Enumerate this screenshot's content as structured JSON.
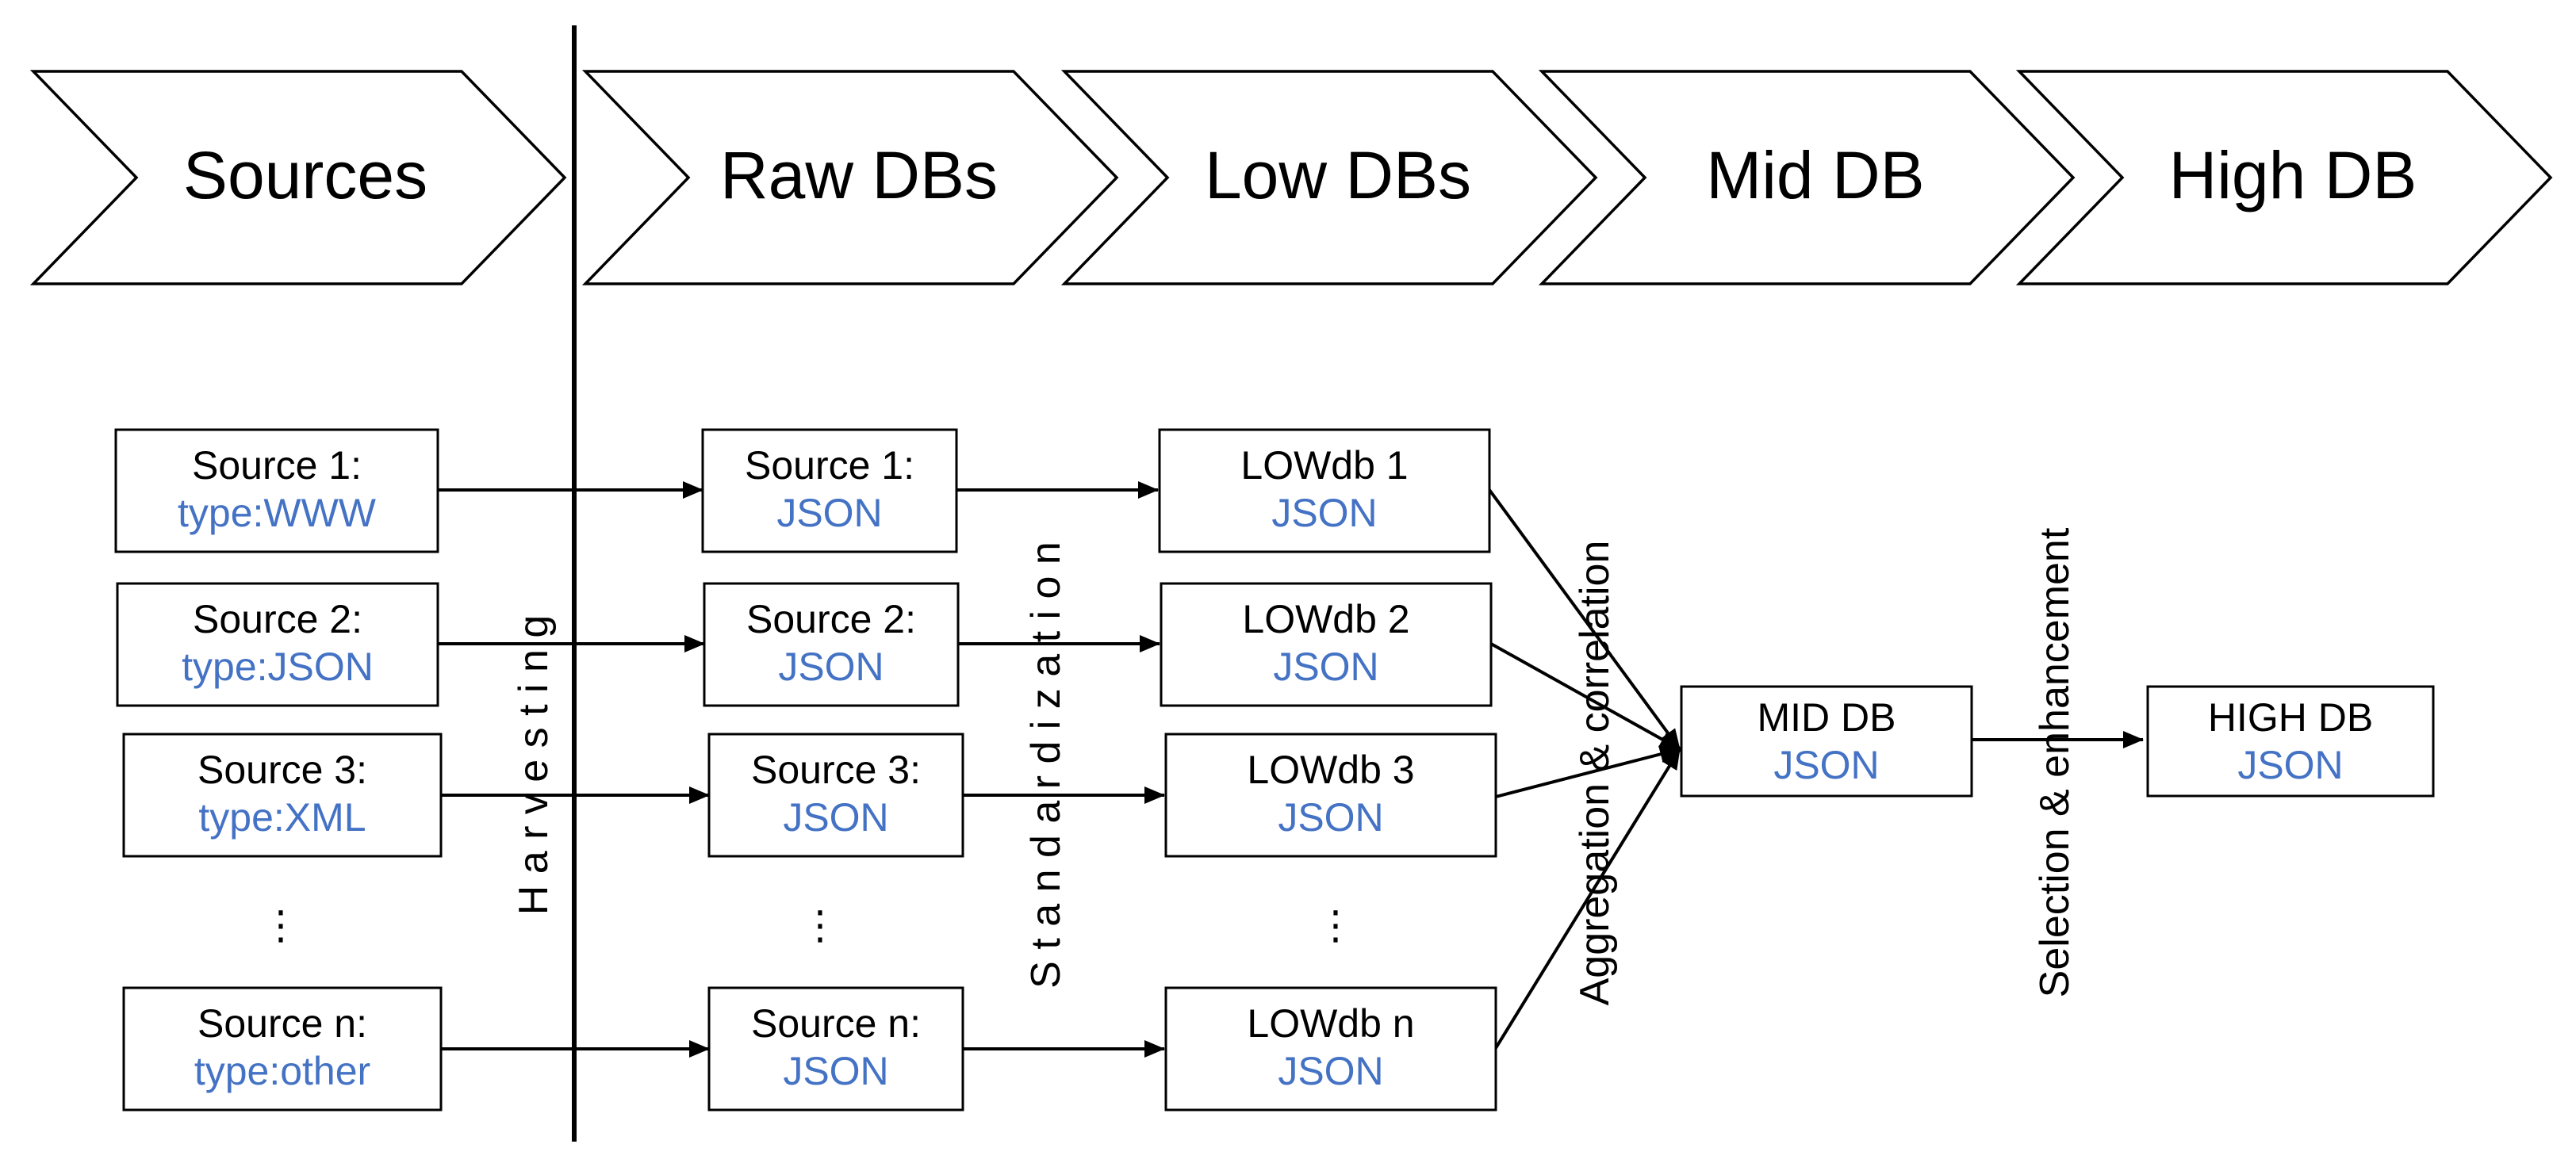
{
  "stages": [
    "Sources",
    "Raw DBs",
    "Low DBs",
    "Mid DB",
    "High DB"
  ],
  "processes": {
    "harvesting": "H a r v e s t i n g",
    "standardization": "S t a n d a r d i z a t i o n",
    "aggregation": "Aggregation & correlation",
    "selection": "Selection & enhancement"
  },
  "sources": [
    {
      "title": "Source 1:",
      "type": "type:WWW"
    },
    {
      "title": "Source 2:",
      "type": "type:JSON"
    },
    {
      "title": "Source 3:",
      "type": "type:XML"
    },
    {
      "title": "Source n:",
      "type": "type:other"
    }
  ],
  "raw": [
    {
      "title": "Source 1:",
      "type": "JSON"
    },
    {
      "title": "Source 2:",
      "type": "JSON"
    },
    {
      "title": "Source 3:",
      "type": "JSON"
    },
    {
      "title": "Source n:",
      "type": "JSON"
    }
  ],
  "low": [
    {
      "title": "LOWdb 1",
      "type": "JSON"
    },
    {
      "title": "LOWdb 2",
      "type": "JSON"
    },
    {
      "title": "LOWdb 3",
      "type": "JSON"
    },
    {
      "title": "LOWdb n",
      "type": "JSON"
    }
  ],
  "mid": {
    "title": "MID DB",
    "type": "JSON"
  },
  "high": {
    "title": "HIGH DB",
    "type": "JSON"
  },
  "ellipsis": [
    "⋮",
    "⋮",
    "⋮"
  ],
  "colors": {
    "type_text": "#4472C4",
    "stroke": "#000000"
  }
}
